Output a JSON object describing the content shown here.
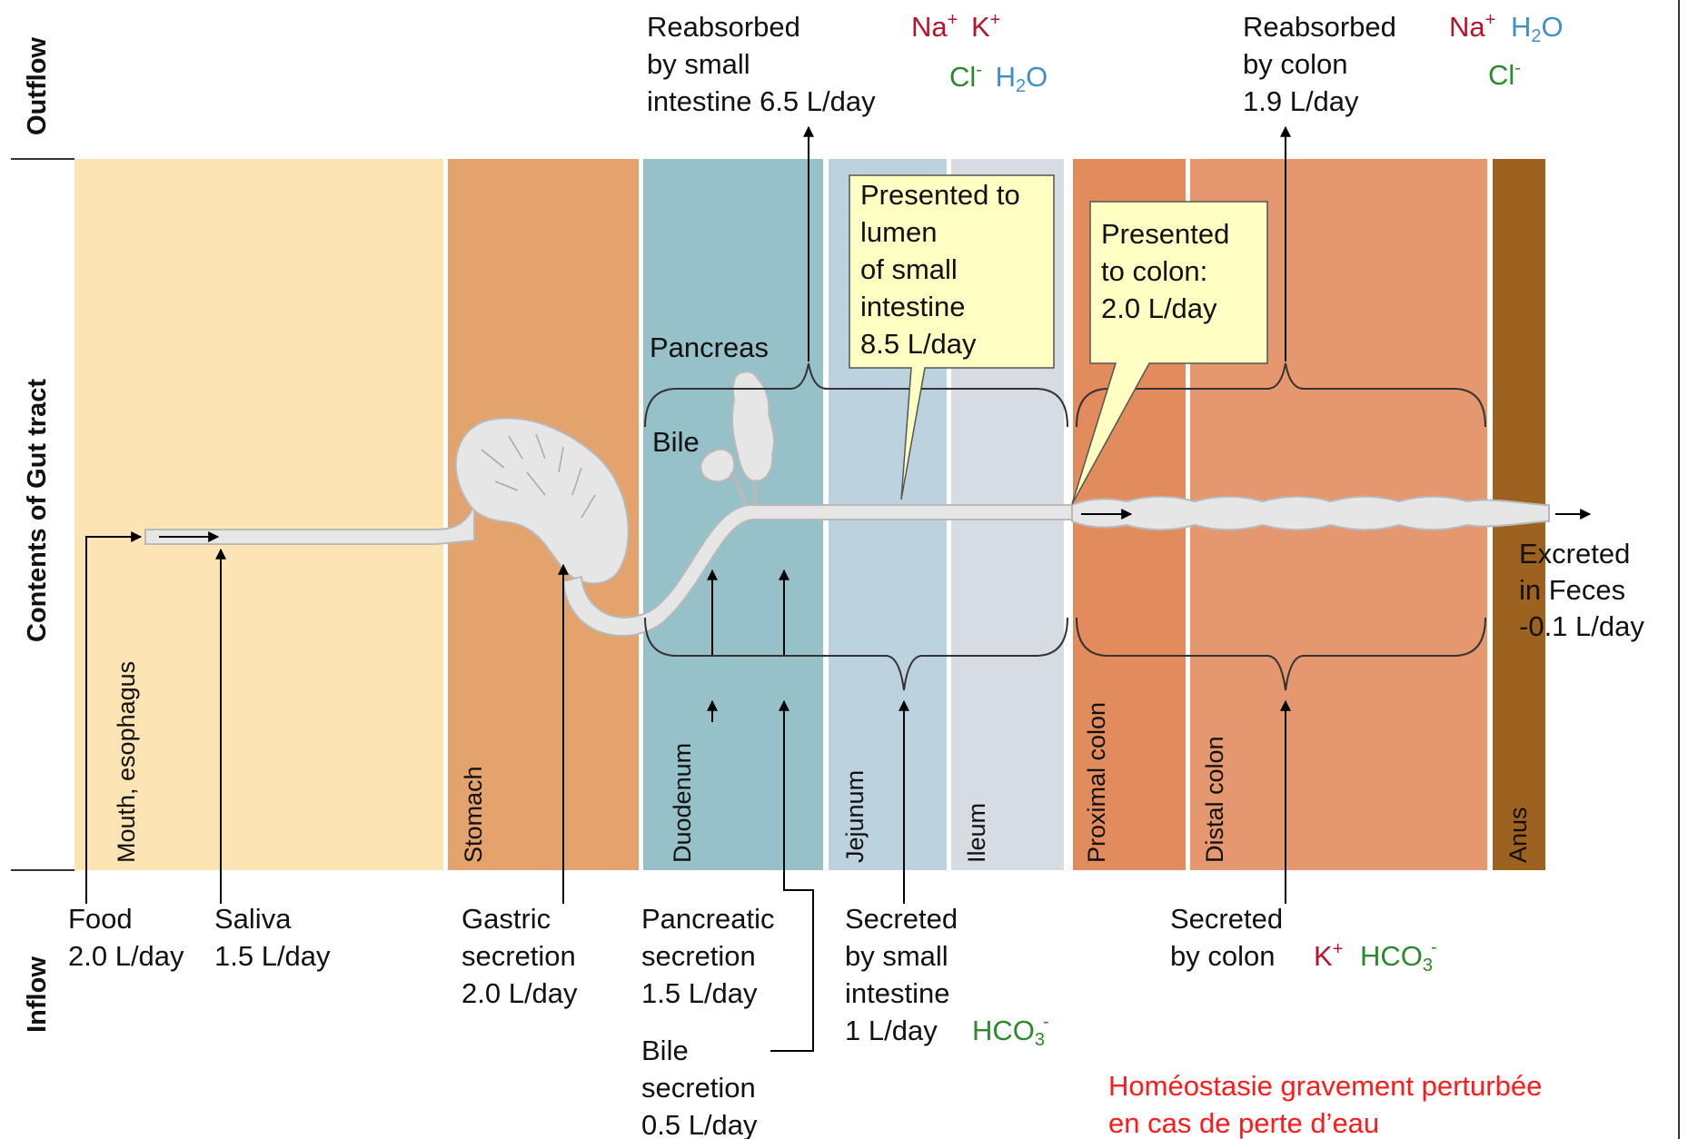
{
  "bands": {
    "outflow": "Outflow",
    "contents": "Contents of Gut tract",
    "inflow": "Inflow"
  },
  "segments": [
    {
      "label": "Mouth, esophagus",
      "color": "#fde4b4"
    },
    {
      "label": "Stomach",
      "color": "#e4a26c"
    },
    {
      "label": "Duodenum",
      "color": "#97c1c8"
    },
    {
      "label": "Jejunum",
      "color": "#bdd2df"
    },
    {
      "label": "Ileum",
      "color": "#d6dce2"
    },
    {
      "label": "Proximal colon",
      "color": "#e28b5c"
    },
    {
      "label": "Distal colon",
      "color": "#e5976f"
    },
    {
      "label": "Anus",
      "color": "#9e6220"
    }
  ],
  "organs": {
    "pancreas": "Pancreas",
    "bile": "Bile"
  },
  "outflow": {
    "small_intestine": {
      "lines": [
        "Reabsorbed",
        "by small",
        "intestine 6.5 L/day"
      ],
      "ions": {
        "na": "Na",
        "k": "K",
        "plus": "+",
        "cl": "Cl",
        "minus": "-",
        "h2o_h": "H",
        "h2o_2": "2",
        "h2o_o": "O"
      }
    },
    "colon": {
      "lines": [
        "Reabsorbed",
        "by colon",
        "1.9 L/day"
      ],
      "ions": {
        "na": "Na",
        "plus": "+",
        "cl": "Cl",
        "minus": "-",
        "h2o_h": "H",
        "h2o_2": "2",
        "h2o_o": "O"
      }
    }
  },
  "callouts": {
    "small_intestine": [
      "Presented to",
      "lumen",
      "of small",
      "intestine",
      "8.5 L/day"
    ],
    "colon": [
      "Presented",
      "to colon:",
      "2.0 L/day"
    ]
  },
  "excreted": [
    "Excreted",
    "in Feces",
    "-0.1 L/day"
  ],
  "inflow": {
    "food": [
      "Food",
      "2.0 L/day"
    ],
    "saliva": [
      "Saliva",
      "1.5 L/day"
    ],
    "gastric": [
      "Gastric",
      "secretion",
      "2.0 L/day"
    ],
    "pancreatic": [
      "Pancreatic",
      "secretion",
      "1.5 L/day"
    ],
    "bile": [
      "Bile",
      "secretion",
      "0.5 L/day"
    ],
    "small_intestine": {
      "lines": [
        "Secreted",
        "by small",
        "intestine",
        "1 L/day"
      ],
      "ion": {
        "hco": "HCO",
        "sub": "3",
        "sup": "-"
      }
    },
    "colon": {
      "lines": [
        "Secreted",
        "by colon"
      ],
      "ions": {
        "k": "K",
        "plus": "+",
        "hco": "HCO",
        "sub": "3",
        "sup": "-"
      }
    }
  },
  "note": [
    "Homéostasie gravement perturbée",
    "en cas de perte d’eau"
  ],
  "colors": {
    "tract": "#e6e6e6",
    "tract_outline": "#b9b9b9",
    "callout_fill": "#ffffc4",
    "ion_red": "#b5142b",
    "ion_green": "#2a8a2a",
    "ion_blue": "#3f8fc6",
    "note_red": "#ff1a1a"
  }
}
